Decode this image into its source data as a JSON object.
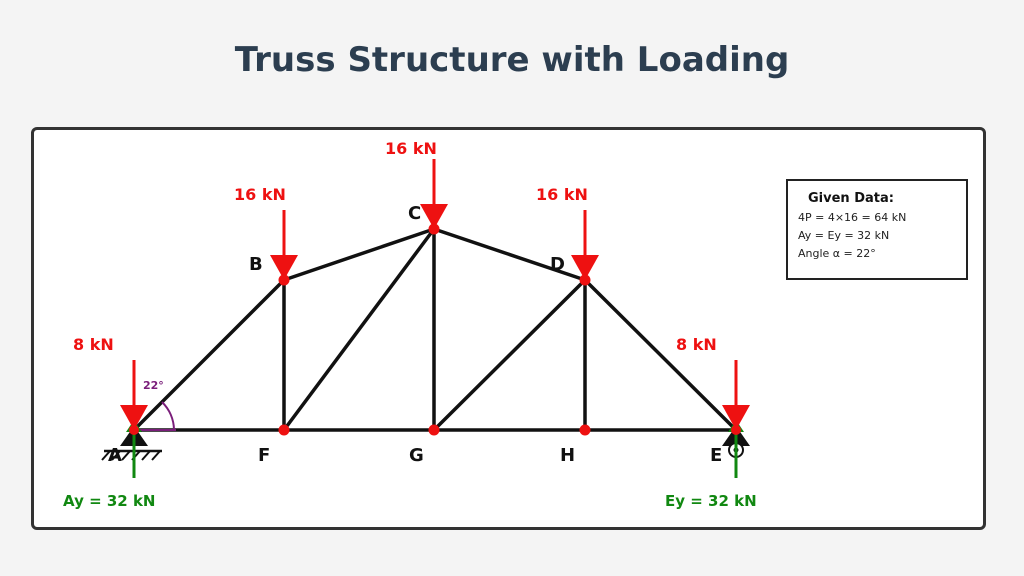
{
  "title": "Truss Structure with Loading",
  "nodes": {
    "A": "A",
    "B": "B",
    "C": "C",
    "D": "D",
    "E": "E",
    "F": "F",
    "G": "G",
    "H": "H"
  },
  "loads": {
    "A": "8 kN",
    "B": "16 kN",
    "C": "16 kN",
    "D": "16 kN",
    "E": "8 kN"
  },
  "reactions": {
    "A": "Ay = 32 kN",
    "E": "Ey = 32 kN"
  },
  "angle_label": "22°",
  "given": {
    "title": "Given Data:",
    "lines": [
      "4P = 4×16 = 64 kN",
      "Ay = Ey = 32 kN",
      "Angle α = 22°"
    ]
  },
  "colors": {
    "load": "#ee1111",
    "reaction": "#118811",
    "member": "#111111",
    "angle": "#7a1e7a"
  }
}
